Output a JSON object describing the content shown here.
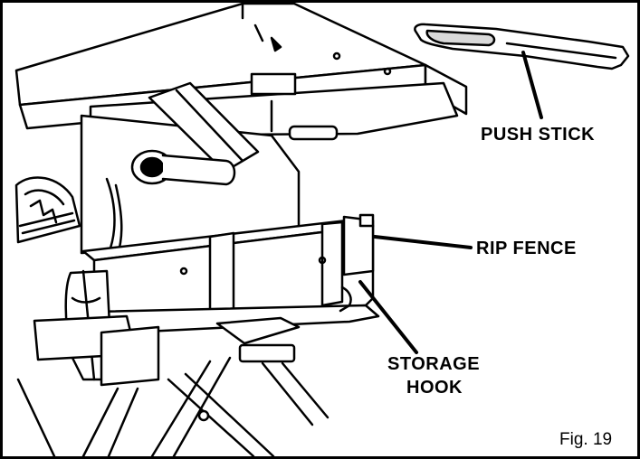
{
  "callouts": {
    "push_stick": "PUSH STICK",
    "rip_fence": "RIP FENCE",
    "storage_hook_line1": "STORAGE",
    "storage_hook_line2": "HOOK"
  },
  "figure_label": "Fig. 19",
  "colors": {
    "ink": "#000000",
    "paper": "#ffffff",
    "shade": "#d9d9d9"
  }
}
